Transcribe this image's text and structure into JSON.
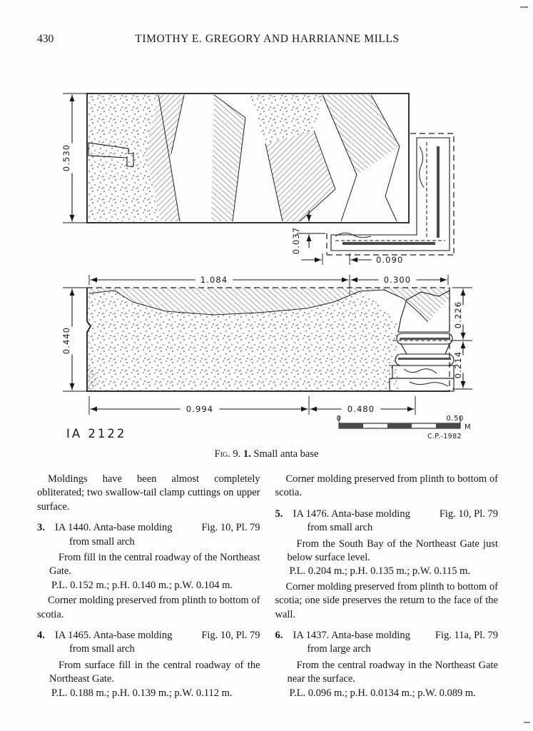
{
  "page": {
    "number": "430",
    "running_title": "TIMOTHY E. GREGORY AND HARRIANNE MILLS"
  },
  "figure": {
    "caption": {
      "fig_label": "Fig. 9.",
      "item_number": "1.",
      "title": "Small anta base"
    },
    "drawing_label": "IA 2122",
    "scale_bar": {
      "start": "0",
      "end": "0.50",
      "unit": "M",
      "credit": "C.P.-1982"
    },
    "dimensions": {
      "plan_height": "0.530",
      "corner_step": "0.037",
      "corner_return": "0.090",
      "top_width_main": "1.084",
      "top_width_corner": "0.300",
      "elevation_height": "0.440",
      "right_upper": "0.226",
      "right_lower": "0.214",
      "bottom_width_main": "0.994",
      "bottom_width_corner": "0.480"
    }
  },
  "columns": {
    "left": [
      {
        "type": "para",
        "text": "Moldings have been almost completely obliterated; two swallow-tail clamp cuttings on upper surface."
      },
      {
        "type": "entry",
        "number": "3.",
        "title": "IA 1440. Anta-base molding",
        "subtitle": "from small arch",
        "ref": "Fig. 10, Pl. 79"
      },
      {
        "type": "prov",
        "text": "From fill in the central roadway of the Northeast Gate."
      },
      {
        "type": "dims",
        "text": "P.L. 0.152 m.; p.H. 0.140 m.; p.W. 0.104 m."
      },
      {
        "type": "para",
        "text": "Corner molding preserved from plinth to bottom of scotia."
      },
      {
        "type": "entry",
        "number": "4.",
        "title": "IA 1465. Anta-base molding",
        "subtitle": "from small arch",
        "ref": "Fig. 10, Pl. 79"
      },
      {
        "type": "prov",
        "text": "From surface fill in the central roadway of the Northeast Gate."
      },
      {
        "type": "dims",
        "text": "P.L. 0.188 m.; p.H. 0.139 m.; p.W. 0.112 m."
      }
    ],
    "right": [
      {
        "type": "para",
        "text": "Corner molding preserved from plinth to bottom of scotia."
      },
      {
        "type": "entry",
        "number": "5.",
        "title": "IA 1476. Anta-base molding",
        "subtitle": "from small arch",
        "ref": "Fig. 10, Pl. 79"
      },
      {
        "type": "prov",
        "text": "From the South Bay of the Northeast Gate just below surface level."
      },
      {
        "type": "dims",
        "text": "P.L. 0.204 m.; p.H. 0.135 m.; p.W. 0.115 m."
      },
      {
        "type": "para",
        "text": "Corner molding preserved from plinth to bottom of scotia; one side preserves the return to the face of the wall."
      },
      {
        "type": "entry",
        "number": "6.",
        "title": "IA 1437. Anta-base molding",
        "subtitle": "from large arch",
        "ref": "Fig. 11a, Pl. 79"
      },
      {
        "type": "prov",
        "text": "From the central roadway in the Northeast Gate near the surface."
      },
      {
        "type": "dims",
        "text": "P.L. 0.096 m.; p.H. 0.0134 m.; p.W. 0.089 m."
      }
    ]
  }
}
